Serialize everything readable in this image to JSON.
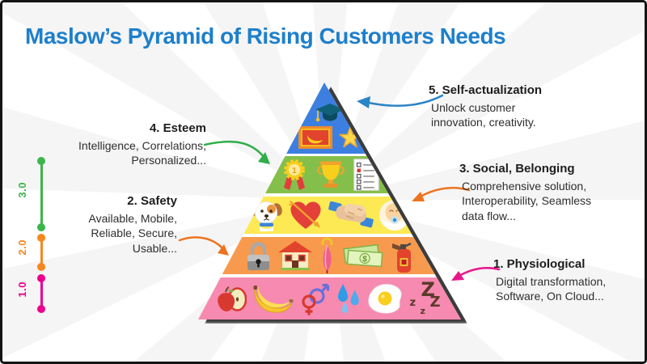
{
  "title": {
    "text": "Maslow’s Pyramid of Rising Customers Needs",
    "color": "#1e7fcb"
  },
  "canvas": {
    "background": "#ffffff",
    "ray_color": "#f3f3f3",
    "border_color": "#141414"
  },
  "pyramid": {
    "shadow_color": "#3c3c3c",
    "tiers": [
      {
        "level": 5,
        "name": "Self-actualization",
        "color": "#3d7fe0",
        "icons": [
          "graduation-cap",
          "framed-picture",
          "star"
        ]
      },
      {
        "level": 4,
        "name": "Esteem",
        "color": "#85bf4b",
        "icons": [
          "medal",
          "trophy",
          "checklist"
        ]
      },
      {
        "level": 3,
        "name": "Social, Belonging",
        "color": "#fde953",
        "icons": [
          "dog",
          "heart-with-arrow",
          "handshake",
          "baby"
        ]
      },
      {
        "level": 2,
        "name": "Safety",
        "color": "#f79a4d",
        "icons": [
          "padlock",
          "house",
          "umbrella",
          "money",
          "fire-extinguisher"
        ]
      },
      {
        "level": 1,
        "name": "Physiological",
        "color": "#f78ab0",
        "icons": [
          "apple",
          "bananas",
          "gender-symbols",
          "water-drops",
          "fried-egg",
          "sleep-zzz"
        ]
      }
    ],
    "medal_rank": "1",
    "money_symbol": "$",
    "sleep_glyphs": [
      "Z",
      "z",
      "Z",
      "z"
    ]
  },
  "annotations": [
    {
      "heading": "5. Self-actualization",
      "body": "Unlock customer\ninnovation, creativity.",
      "arrow_color": "#2b84c6",
      "side": "right"
    },
    {
      "heading": "4. Esteem",
      "body": "Intelligence, Correlations,\nPersonalized...",
      "arrow_color": "#2fae49",
      "side": "left"
    },
    {
      "heading": "3. Social, Belonging",
      "body": "Comprehensive solution,\nInteroperability, Seamless\ndata flow...",
      "arrow_color": "#ee7320",
      "side": "right"
    },
    {
      "heading": "2. Safety",
      "body": "Available, Mobile,\nReliable, Secure,\nUsable...",
      "arrow_color": "#ee7320",
      "side": "left"
    },
    {
      "heading": "1. Physiological",
      "body": "Digital transformation,\nSoftware, On Cloud...",
      "arrow_color": "#e8168b",
      "side": "right"
    }
  ],
  "timeline": {
    "segments": [
      {
        "label": "3.0",
        "color": "#3cb54a"
      },
      {
        "label": "2.0",
        "color": "#f6871f"
      },
      {
        "label": "1.0",
        "color": "#ec008c"
      }
    ]
  }
}
